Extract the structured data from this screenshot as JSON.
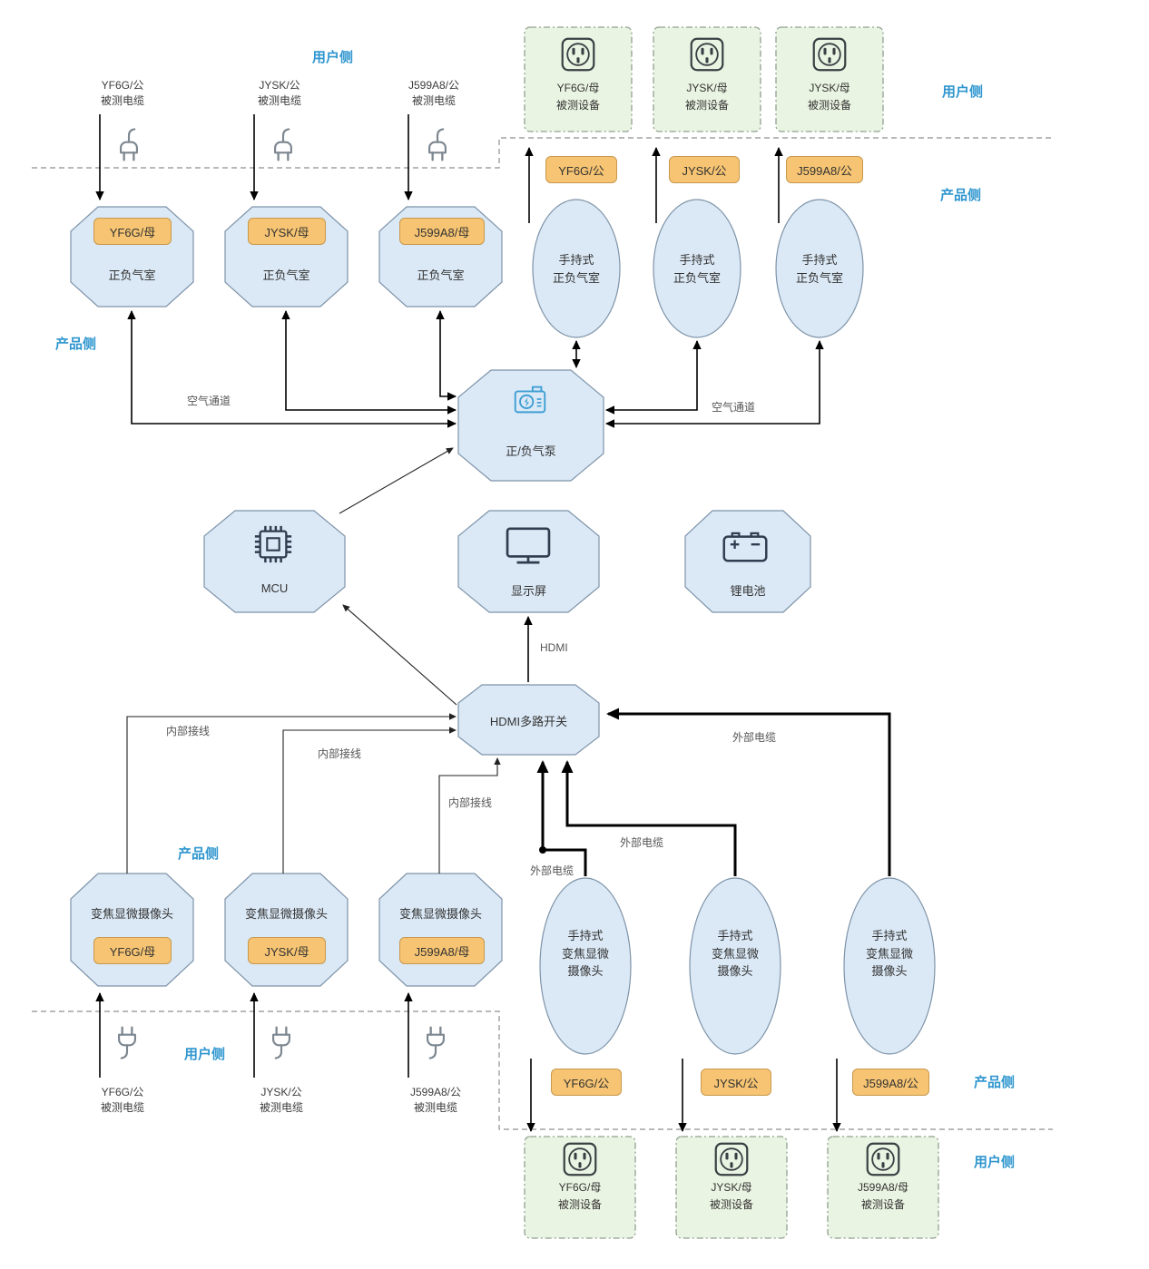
{
  "side_labels": {
    "user": "用户侧",
    "product": "产品侧"
  },
  "line_labels": {
    "air_channel": "空气通道",
    "internal_wiring": "内部接线",
    "external_cable": "外部电缆",
    "hdmi": "HDMI"
  },
  "top_left": {
    "cables": [
      {
        "connector": "YF6G/公",
        "desc": "被测电缆"
      },
      {
        "connector": "JYSK/公",
        "desc": "被测电缆"
      },
      {
        "connector": "J599A8/公",
        "desc": "被测电缆"
      }
    ],
    "chambers": [
      {
        "port": "YF6G/母",
        "name": "正负气室"
      },
      {
        "port": "JYSK/母",
        "name": "正负气室"
      },
      {
        "port": "J599A8/母",
        "name": "正负气室"
      }
    ]
  },
  "top_right": {
    "devices": [
      {
        "port": "YF6G/母",
        "desc": "被测设备"
      },
      {
        "port": "JYSK/母",
        "desc": "被测设备"
      },
      {
        "port": "JYSK/母",
        "desc": "被测设备"
      }
    ],
    "connectors": [
      "YF6G/公",
      "JYSK/公",
      "J599A8/公"
    ],
    "chambers": [
      {
        "line1": "手持式",
        "line2": "正负气室"
      },
      {
        "line1": "手持式",
        "line2": "正负气室"
      },
      {
        "line1": "手持式",
        "line2": "正负气室"
      }
    ]
  },
  "core": {
    "pump": "正/负气泵",
    "mcu": "MCU",
    "display": "显示屏",
    "battery": "锂电池",
    "hdmi_switch": "HDMI多路开关"
  },
  "bottom_left": {
    "cameras": [
      {
        "name": "变焦显微摄像头",
        "port": "YF6G/母"
      },
      {
        "name": "变焦显微摄像头",
        "port": "JYSK/母"
      },
      {
        "name": "变焦显微摄像头",
        "port": "J599A8/母"
      }
    ],
    "cables": [
      {
        "connector": "YF6G/公",
        "desc": "被测电缆"
      },
      {
        "connector": "JYSK/公",
        "desc": "被测电缆"
      },
      {
        "connector": "J599A8/公",
        "desc": "被测电缆"
      }
    ]
  },
  "bottom_right": {
    "cameras": [
      {
        "line1": "手持式",
        "line2": "变焦显微",
        "line3": "摄像头"
      },
      {
        "line1": "手持式",
        "line2": "变焦显微",
        "line3": "摄像头"
      },
      {
        "line1": "手持式",
        "line2": "变焦显微",
        "line3": "摄像头"
      }
    ],
    "connectors": [
      "YF6G/公",
      "JYSK/公",
      "J599A8/公"
    ],
    "devices": [
      {
        "port": "YF6G/母",
        "desc": "被测设备"
      },
      {
        "port": "JYSK/母",
        "desc": "被测设备"
      },
      {
        "port": "J599A8/母",
        "desc": "被测设备"
      }
    ]
  },
  "colors": {
    "node_fill": "#dbe9f6",
    "node_border": "#7e93a8",
    "badge_fill": "#f6c472",
    "badge_border": "#c8984e",
    "device_fill": "#eaf4e2",
    "device_border": "#90a090",
    "side_label": "#2f96cf",
    "arrow": "#000000"
  }
}
